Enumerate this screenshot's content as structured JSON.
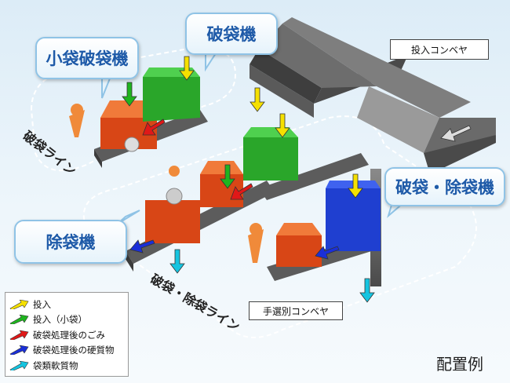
{
  "colors": {
    "yellow": "#f5e000",
    "green": "#1fb41f",
    "red": "#e01818",
    "blue": "#1a2fd8",
    "cyan": "#15c4e0",
    "orange_machine": "#e05a1e",
    "green_machine": "#2eaa2e",
    "blue_machine": "#1f3fd0"
  },
  "callouts": {
    "small_bag_breaker": "小袋破袋機",
    "bag_breaker": "破袋機",
    "bag_breaker_remover": "破袋・除袋機",
    "bag_remover": "除袋機"
  },
  "labels": {
    "input_conveyor": "投入コンベヤ",
    "hand_sort_conveyor": "手選別コンベヤ",
    "bag_breaking_line": "破袋ライン",
    "breaking_removing_line": "破袋・除袋ライン"
  },
  "legend": [
    {
      "label": "投入",
      "color": "#f5e000"
    },
    {
      "label": "投入（小袋）",
      "color": "#1fb41f"
    },
    {
      "label": "破袋処理後のごみ",
      "color": "#e01818"
    },
    {
      "label": "破袋処理後の硬質物",
      "color": "#1a2fd8"
    },
    {
      "label": "袋類軟質物",
      "color": "#15c4e0"
    }
  ],
  "caption": "配置例"
}
